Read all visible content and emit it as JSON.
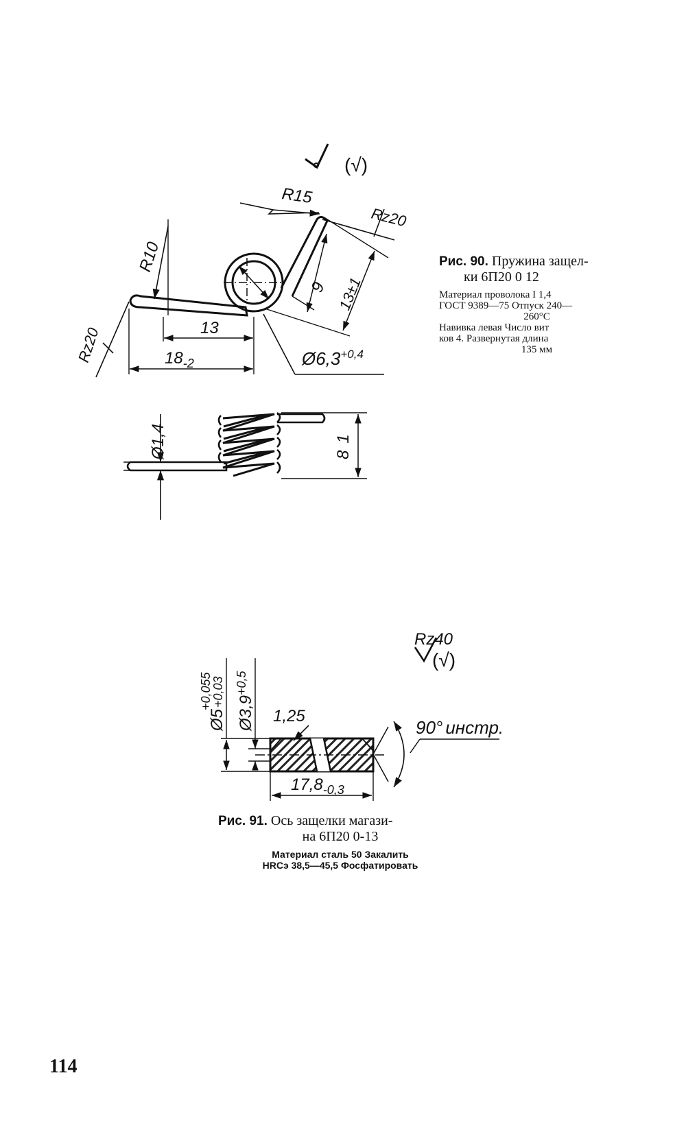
{
  "fig90": {
    "surface_mark_top": "(√)",
    "dims": {
      "r15": "R15",
      "rz20_top": "Rz20",
      "r10": "R10",
      "rz20_left": "Rz20",
      "d13": "13",
      "d18": "18",
      "d18_tol": "-2",
      "d9": "9",
      "d13pm1": "13±1",
      "dia63": "Ø6,3",
      "dia63_tol": "+0,4",
      "dia14": "Ø1,4",
      "d8": "8",
      "d8_tol": "1"
    },
    "caption": {
      "label": "Рис. 90.",
      "title_1": "Пружина защел-",
      "title_2": "ки 6П20 0 12",
      "body_1": "Материал проволока I 1,4",
      "body_2": "ГОСТ 9389—75 Отпуск 240—",
      "body_3": "260°С",
      "body_4": "Навивка левая Число вит",
      "body_5": "ков 4. Развернутая длина",
      "body_6": "135 мм"
    }
  },
  "fig91": {
    "surface_rz": "Rz40",
    "surface_mark": "√(√)",
    "dims": {
      "dia5": "Ø5",
      "dia5_tol_top": "+0,055",
      "dia5_tol_bot": "+0,03",
      "dia39": "Ø3,9",
      "dia39_tol": "+0,5",
      "chamfer": "1,25",
      "angle": "90°",
      "angle_note": "инстр.",
      "len": "17,8",
      "len_tol": "-0,3"
    },
    "caption": {
      "label": "Рис. 91.",
      "title_1": "Ось защелки магази-",
      "title_2": "на 6П20 0-13",
      "body_1": "Материал сталь 50 Закалить",
      "body_2": "HRCэ 38,5—45,5 Фосфатировать"
    }
  },
  "page_number": "114"
}
